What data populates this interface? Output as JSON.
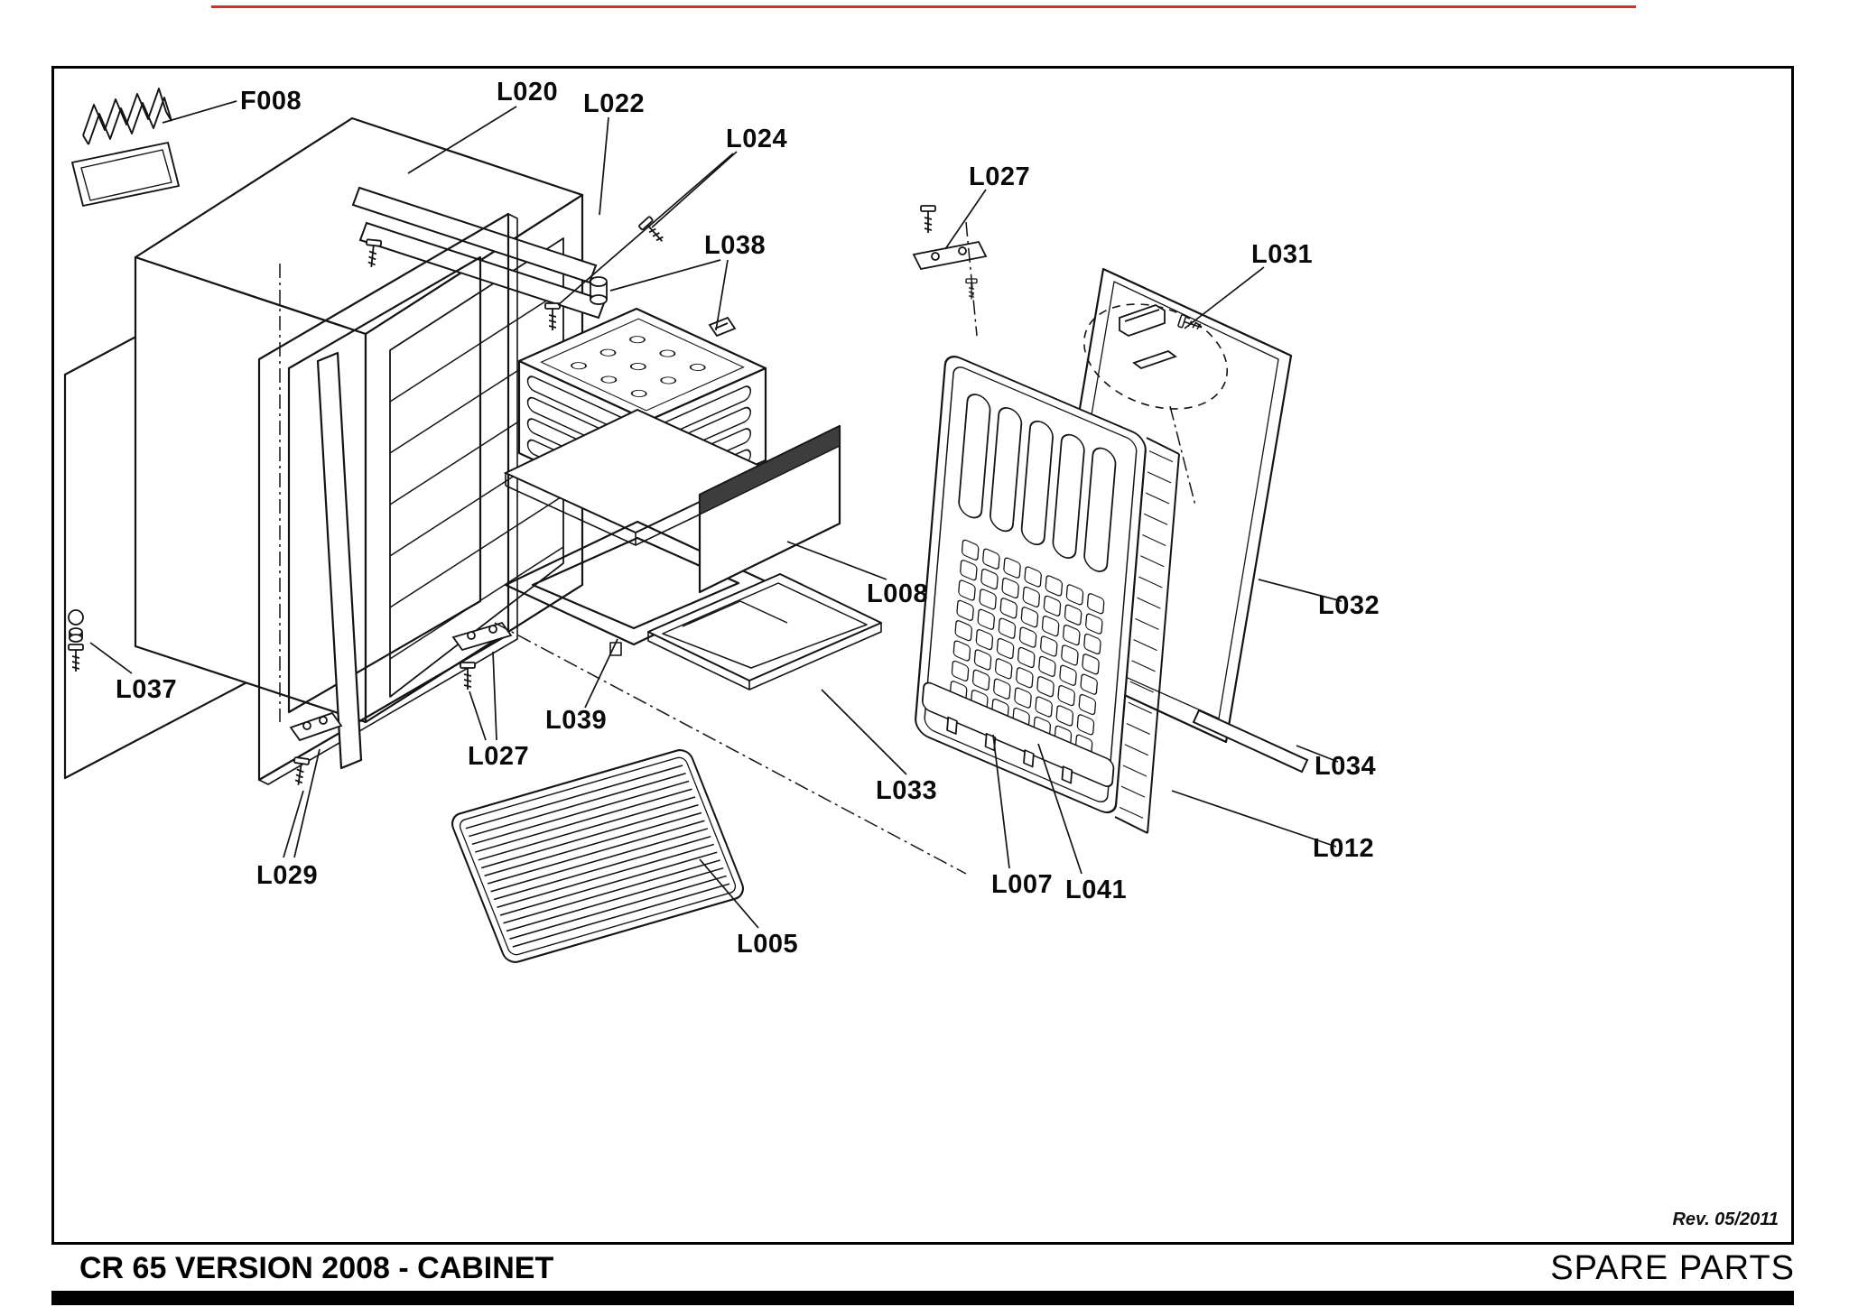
{
  "meta": {
    "revision": "Rev. 05/2011"
  },
  "footer": {
    "left": "CR 65 VERSION 2008 - CABINET",
    "right": "SPARE PARTS"
  },
  "diagram": {
    "type": "exploded-parts-diagram",
    "line_color": "#141414",
    "accent_dark_band": "#3d3d3d",
    "red_line_color": "#c63434"
  },
  "labels": [
    {
      "text": "F008"
    },
    {
      "text": "L020"
    },
    {
      "text": "L022"
    },
    {
      "text": "L024"
    },
    {
      "text": "L038"
    },
    {
      "text": "L027"
    },
    {
      "text": "L031"
    },
    {
      "text": "L032"
    },
    {
      "text": "L034"
    },
    {
      "text": "L012"
    },
    {
      "text": "L008"
    },
    {
      "text": "L033"
    },
    {
      "text": "L039"
    },
    {
      "text": "L037"
    },
    {
      "text": "L029"
    },
    {
      "text": "L027"
    },
    {
      "text": "L005"
    },
    {
      "text": "L007"
    },
    {
      "text": "L041"
    }
  ]
}
